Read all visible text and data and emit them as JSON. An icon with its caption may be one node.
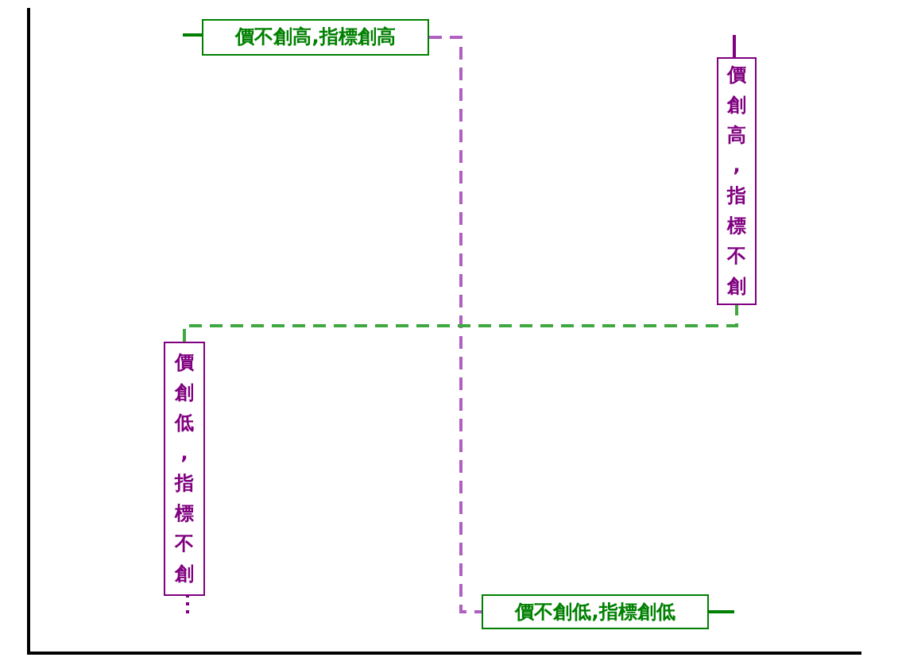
{
  "diagram": {
    "nodes": [
      {
        "text": [
          "價不創高,指標創高"
        ]
      },
      {
        "text": [
          "價創高,指標不創"
        ]
      },
      {
        "text": [
          "價創低,指標不創"
        ]
      },
      {
        "text": [
          "價不創低,指標創低"
        ]
      }
    ],
    "edges": [
      {
        "from": 0,
        "to": 3,
        "arrow": "none",
        "style": "dashed",
        "color": "#b060c0"
      },
      {
        "from": 2,
        "to": 1,
        "arrow": "none",
        "style": "dashed",
        "color": "#40a840"
      }
    ]
  }
}
